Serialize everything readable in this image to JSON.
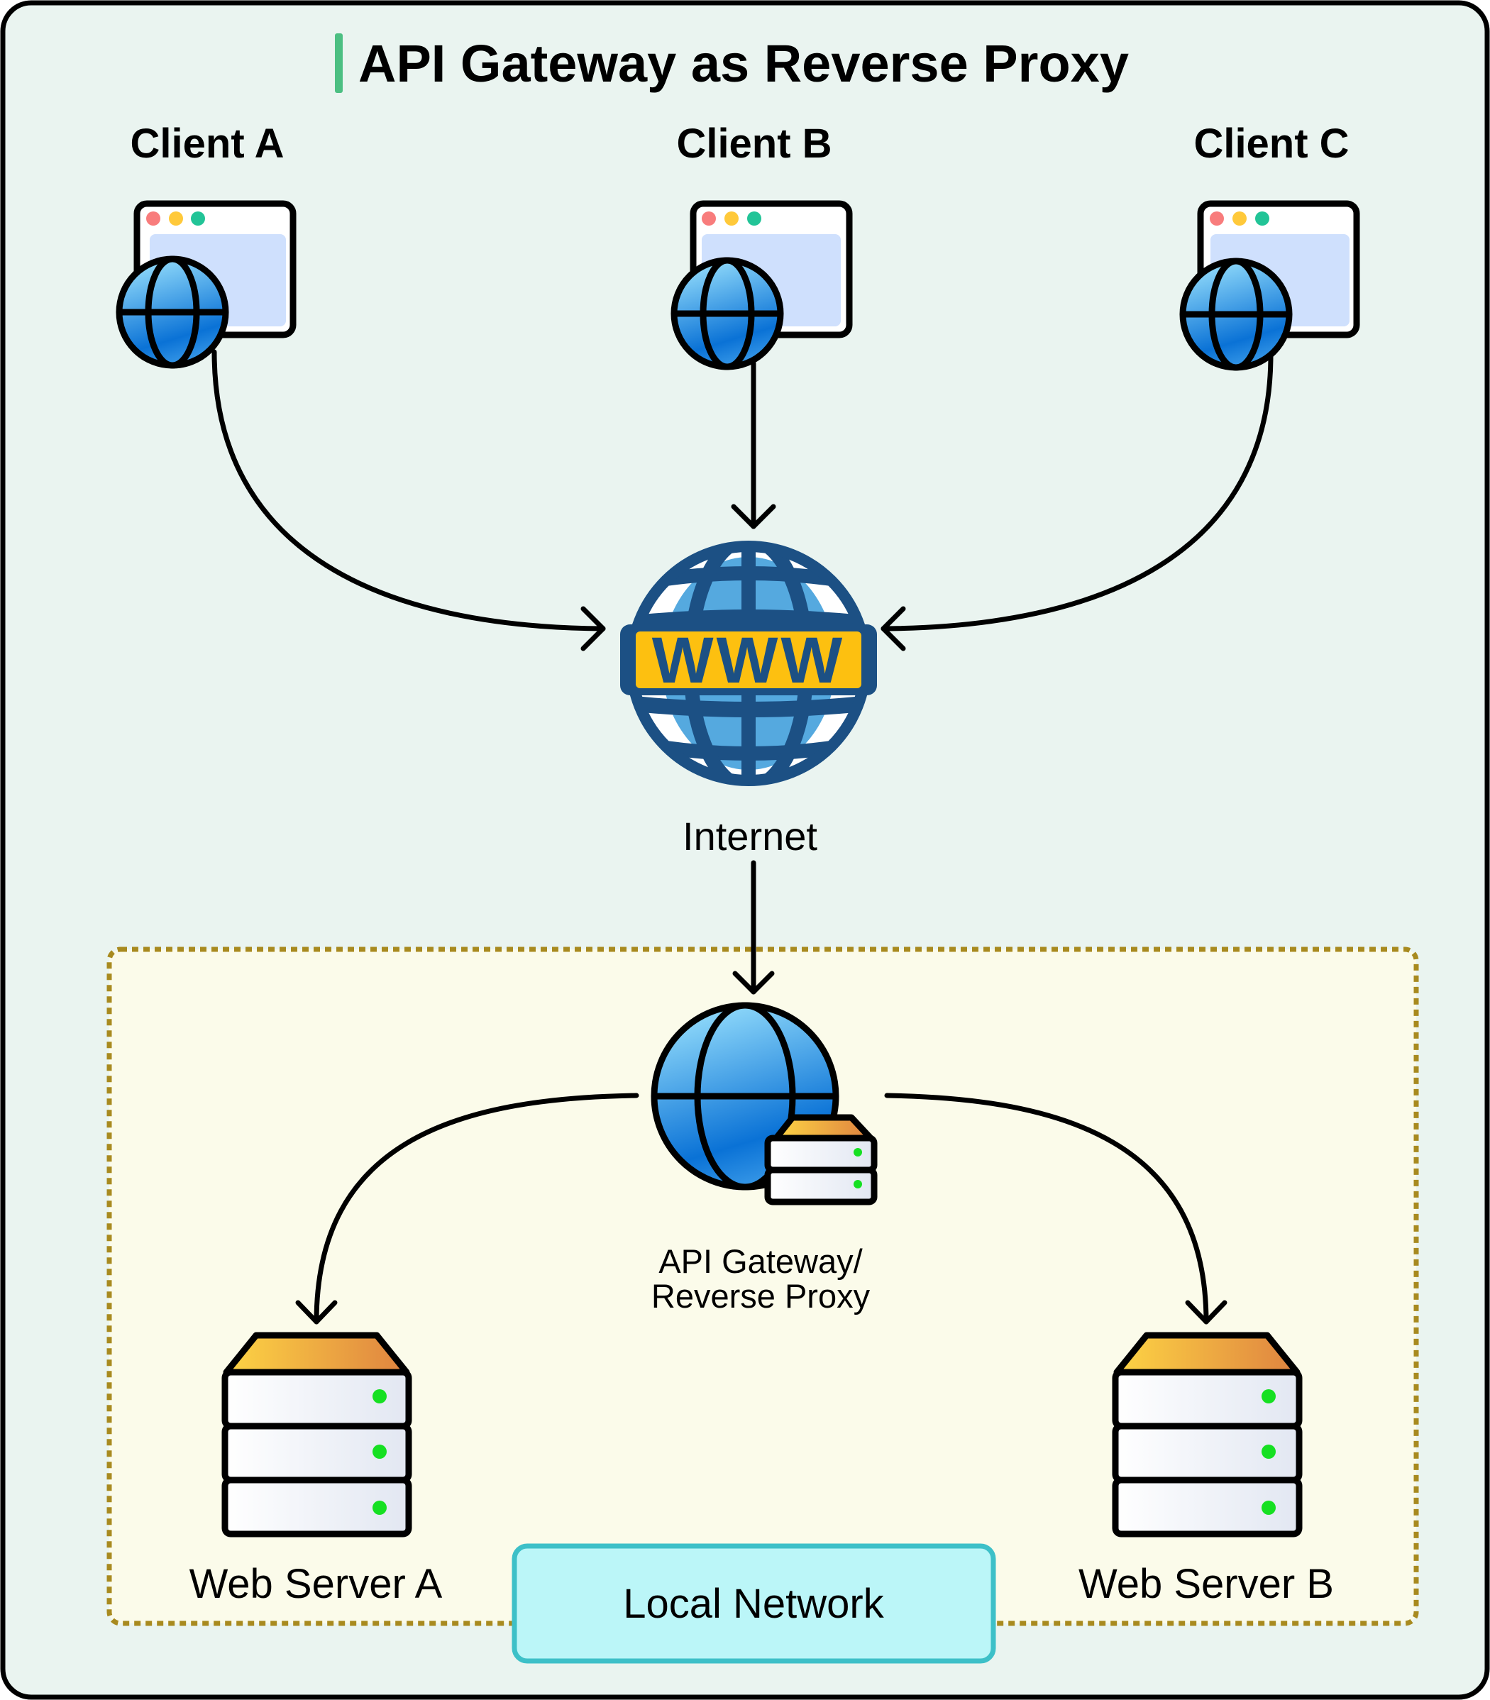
{
  "title": "API Gateway as Reverse Proxy",
  "colors": {
    "background": "#eaf4f0",
    "frame_border": "#000000",
    "title_accent": "#4cbf82",
    "local_network_fill": "#fbfbea",
    "local_network_border": "#a88a1f",
    "local_network_label_fill": "#bbf6f8",
    "local_network_label_border": "#3dc0c8",
    "internet_globe_dark": "#1c5084",
    "internet_globe_light": "#55a9df",
    "www_banner": "#fdc010",
    "server_top_start": "#fdd444",
    "server_top_end": "#df8340",
    "server_led": "#16e022",
    "browser_dot_red": "#f87c7c",
    "browser_dot_yellow": "#ffc93a",
    "browser_dot_green": "#22c497",
    "browser_content": "#cfe0fd"
  },
  "clients": [
    {
      "label": "Client A",
      "icon": "browser-globe-icon"
    },
    {
      "label": "Client B",
      "icon": "browser-globe-icon"
    },
    {
      "label": "Client C",
      "icon": "browser-globe-icon"
    }
  ],
  "internet": {
    "label": "Internet",
    "icon": "www-globe-icon",
    "banner_text": "WWW"
  },
  "local_network": {
    "label": "Local Network",
    "gateway": {
      "label_line1": "API Gateway/",
      "label_line2": "Reverse Proxy",
      "icon": "globe-server-icon"
    },
    "servers": [
      {
        "label": "Web Server A",
        "icon": "server-stack-icon"
      },
      {
        "label": "Web Server B",
        "icon": "server-stack-icon"
      }
    ]
  },
  "connections": [
    {
      "from": "Client A",
      "to": "Internet"
    },
    {
      "from": "Client B",
      "to": "Internet"
    },
    {
      "from": "Client C",
      "to": "Internet"
    },
    {
      "from": "Internet",
      "to": "API Gateway/Reverse Proxy"
    },
    {
      "from": "API Gateway/Reverse Proxy",
      "to": "Web Server A"
    },
    {
      "from": "API Gateway/Reverse Proxy",
      "to": "Web Server B"
    }
  ]
}
